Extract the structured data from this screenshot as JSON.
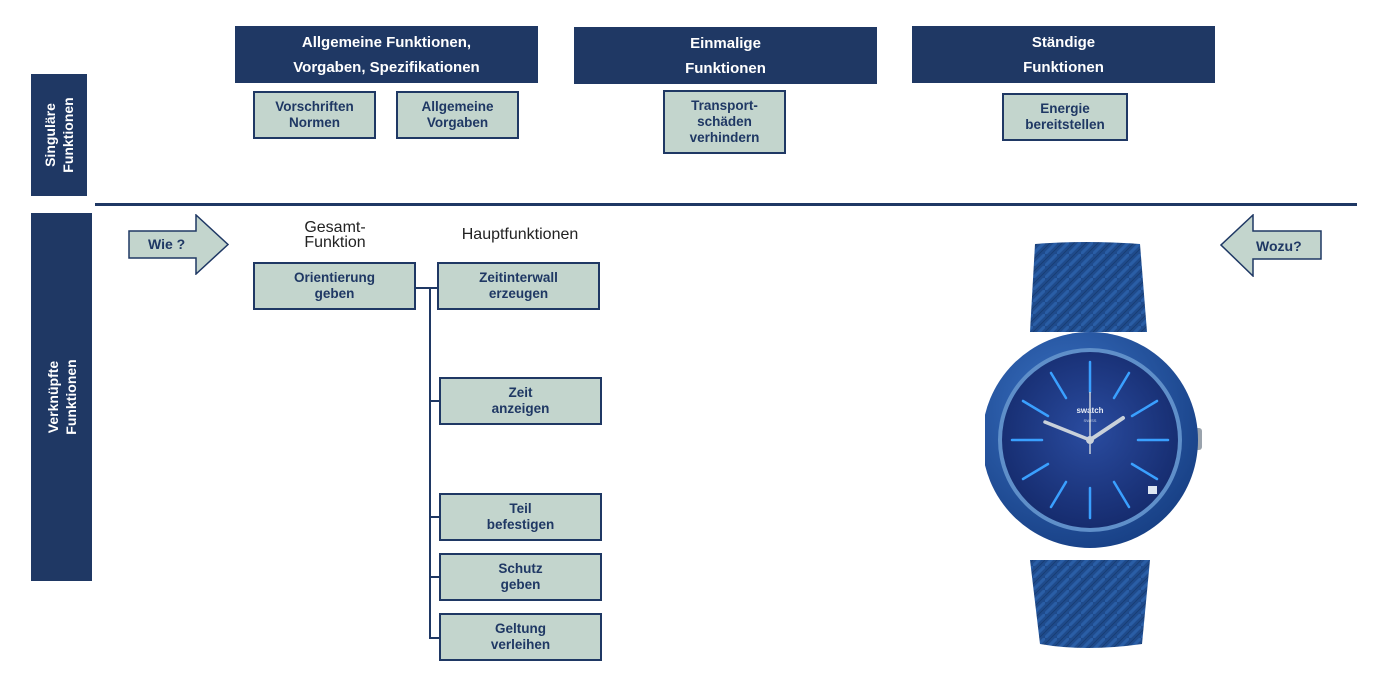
{
  "side_labels": {
    "singular": "Singuläre\nFunktionen",
    "linked": "Verknüpfte\nFunktionen"
  },
  "categories": [
    {
      "title": "Allgemeine Funktionen,\nVorgaben, Spezifikationen"
    },
    {
      "title": "Einmalige\nFunktionen"
    },
    {
      "title": "Ständige\nFunktionen"
    }
  ],
  "singular_boxes": [
    {
      "label": "Vorschriften\nNormen"
    },
    {
      "label": "Allgemeine\nVorgaben"
    },
    {
      "label": "Transport-\nschäden\nverhindern"
    },
    {
      "label": "Energie\nbereitstellen"
    }
  ],
  "arrows": {
    "how": "Wie ?",
    "why": "Wozu?"
  },
  "headers": {
    "overall": "Gesamt-\nFunktion",
    "main": "Hauptfunktionen"
  },
  "overall_function": "Orientierung\ngeben",
  "main_functions": [
    {
      "label": "Zeitinterwall\nerzeugen"
    },
    {
      "label": "Zeit\nanzeigen"
    },
    {
      "label": "Teil\nbefestigen"
    },
    {
      "label": "Schutz\ngeben"
    },
    {
      "label": "Geltung\nverleihen"
    }
  ],
  "watch": {
    "brand": "swatch",
    "sub": "SWISS"
  },
  "colors": {
    "navy": "#1f3864",
    "box_fill": "#c3d5cd",
    "watch_blue": "#1f4e96"
  }
}
